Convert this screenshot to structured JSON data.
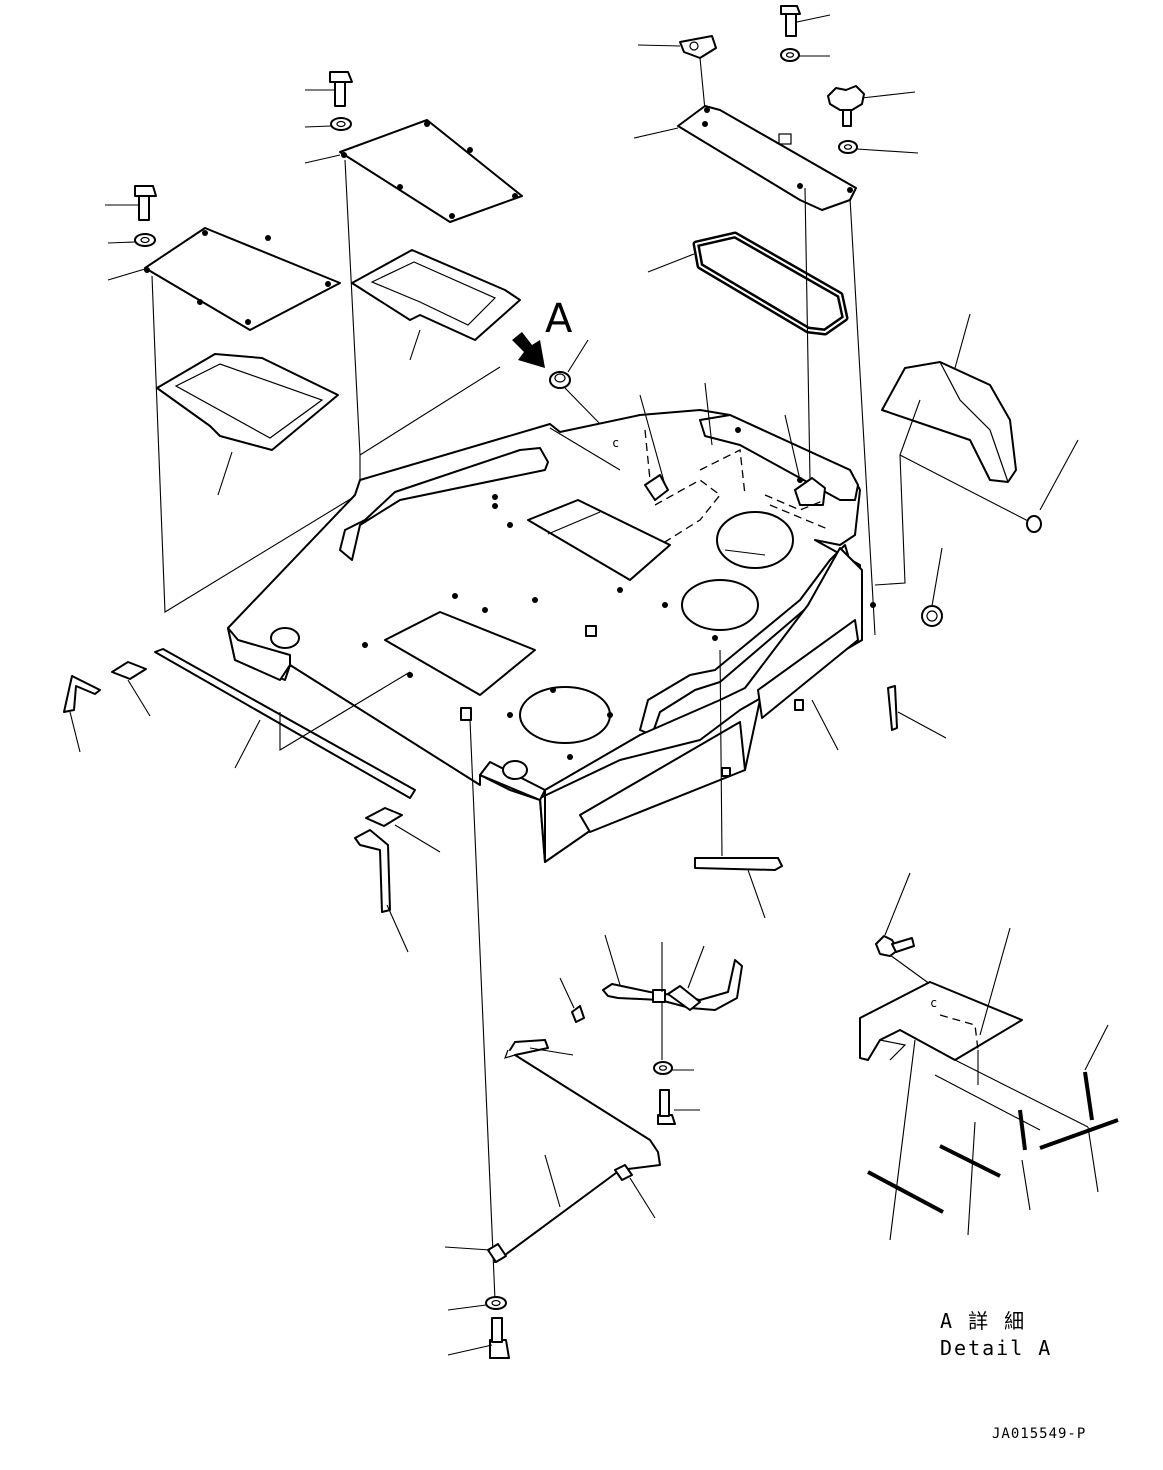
{
  "view_marker": {
    "letter": "A"
  },
  "detail": {
    "title_jp": "A 詳 細",
    "title_en": "Detail A"
  },
  "drawing_number": "JA015549-P",
  "frame_label": "c"
}
